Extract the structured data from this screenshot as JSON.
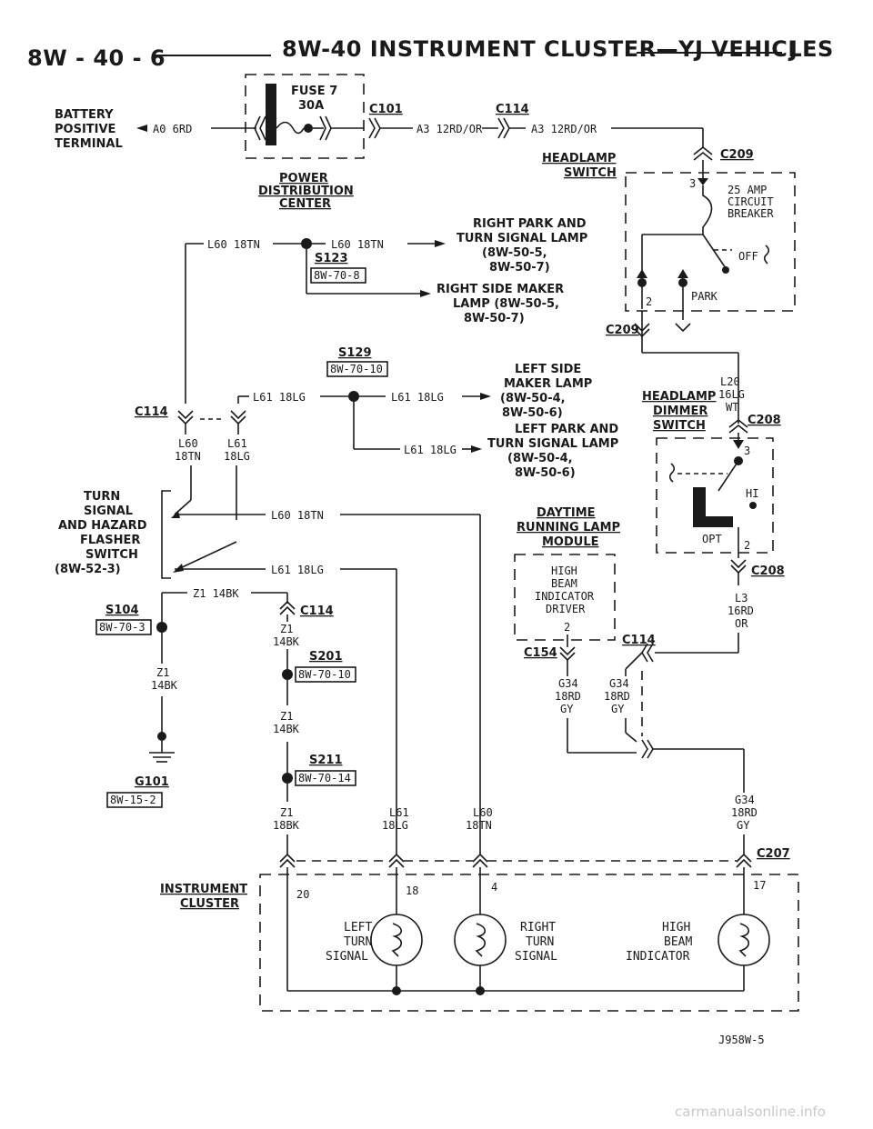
{
  "header": {
    "page_number": "8W - 40 - 6",
    "title": "8W-40 INSTRUMENT CLUSTER—YJ VEHICLES",
    "letter": "J"
  },
  "power": {
    "battery": [
      "BATTERY",
      "POSITIVE",
      "TERMINAL"
    ],
    "battery_wire": "A0 6RD",
    "fuse_name": "FUSE 7",
    "fuse_rating": "30A",
    "pdc": [
      "POWER",
      "DISTRIBUTION",
      "CENTER"
    ],
    "c101": "C101",
    "c114_top": "C114",
    "a3_wire_1": "A3 12RD/OR",
    "a3_wire_2": "A3 12RD/OR"
  },
  "headlamp_switch": {
    "title": [
      "HEADLAMP",
      "SWITCH"
    ],
    "c209_top": "C209",
    "c209_bottom": "C209",
    "pin3": "3",
    "pin2": "2",
    "breaker": [
      "25 AMP",
      "CIRCUIT",
      "BREAKER"
    ],
    "off": "OFF",
    "park": "PARK"
  },
  "right_side": {
    "l60_left": "L60 18TN",
    "l60_right": "L60 18TN",
    "s123": "S123",
    "s123_ref": "8W-70-8",
    "park_turn_lamp": [
      "RIGHT PARK AND",
      "TURN SIGNAL LAMP",
      "(8W-50-5,",
      "8W-50-7)"
    ],
    "side_marker": [
      "RIGHT SIDE MAKER",
      "LAMP (8W-50-5,",
      "8W-50-7)"
    ]
  },
  "left_side": {
    "s129": "S129",
    "s129_ref": "8W-70-10",
    "l61_left": "L61 18LG",
    "l61_right": "L61 18LG",
    "l61_lower": "L61 18LG",
    "side_marker": [
      "LEFT SIDE",
      "MAKER LAMP",
      "(8W-50-4,",
      "8W-50-6)"
    ],
    "park_turn_lamp": [
      "LEFT PARK AND",
      "TURN SIGNAL LAMP",
      "(8W-50-4,",
      "8W-50-6)"
    ]
  },
  "dimmer": {
    "title": [
      "HEADLAMP",
      "DIMMER",
      "SWITCH"
    ],
    "l20": [
      "L20",
      "16LG",
      "WT"
    ],
    "c208_top": "C208",
    "c208_bottom": "C208",
    "pin3": "3",
    "pin2": "2",
    "hi": "HI",
    "opt": "OPT",
    "l3": [
      "L3",
      "16RD",
      "OR"
    ]
  },
  "flasher": {
    "c114": "C114",
    "l60": [
      "L60",
      "18TN"
    ],
    "l61": [
      "L61",
      "18LG"
    ],
    "title": [
      "TURN",
      "SIGNAL",
      "AND HAZARD",
      "FLASHER",
      "SWITCH",
      "(8W-52-3)"
    ],
    "l60_out": "L60 18TN",
    "l61_out": "L61 18LG"
  },
  "drl": {
    "title": [
      "DAYTIME",
      "RUNNING LAMP",
      "MODULE"
    ],
    "box": [
      "HIGH",
      "BEAM",
      "INDICATOR",
      "DRIVER"
    ],
    "pin2": "2",
    "c154": "C154",
    "c114": "C114",
    "g34_left": [
      "G34",
      "18RD",
      "GY"
    ],
    "g34_right": [
      "G34",
      "18RD",
      "GY"
    ]
  },
  "ground": {
    "z1_top": "Z1 14BK",
    "s104": "S104",
    "s104_ref": "8W-70-3",
    "c114": "C114",
    "z1_a": [
      "Z1",
      "14BK"
    ],
    "s201": "S201",
    "s201_ref": "8W-70-10",
    "z1_left": [
      "Z1",
      "14BK"
    ],
    "z1_b": [
      "Z1",
      "14BK"
    ],
    "s211": "S211",
    "s211_ref": "8W-70-14",
    "g101": "G101",
    "g101_ref": "8W-15-2",
    "z1_c": [
      "Z1",
      "18BK"
    ]
  },
  "cluster": {
    "l61": [
      "L61",
      "18LG"
    ],
    "l60": [
      "L60",
      "18TN"
    ],
    "g34": [
      "G34",
      "18RD",
      "GY"
    ],
    "c207": "C207",
    "title": [
      "INSTRUMENT",
      "CLUSTER"
    ],
    "pin20": "20",
    "pin18": "18",
    "pin4": "4",
    "pin17": "17",
    "left_turn": [
      "LEFT",
      "TURN",
      "SIGNAL"
    ],
    "right_turn": [
      "RIGHT",
      "TURN",
      "SIGNAL"
    ],
    "high_beam": [
      "HIGH",
      "BEAM",
      "INDICATOR"
    ]
  },
  "figure_id": "J958W-5",
  "watermark": "carmanualsonline.info"
}
